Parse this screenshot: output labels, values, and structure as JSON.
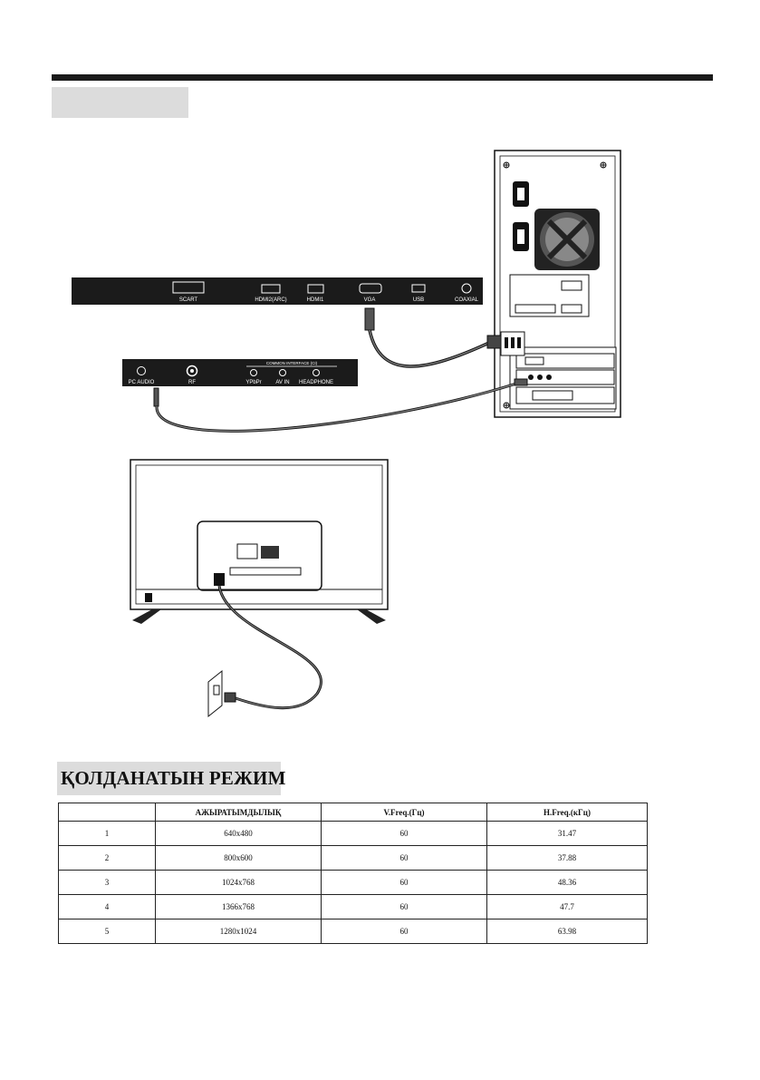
{
  "section": {
    "title": "ҚОЛДАНАТЫН РЕЖИМ"
  },
  "tv_panel": {
    "ports_top": [
      "SCART",
      "HDMI2(ARC)",
      "HDMI1",
      "VGA",
      "USB",
      "COAXIAL"
    ],
    "ports_side": [
      "PC AUDIO",
      "RF",
      "YPbPr",
      "AV IN",
      "HEADPHONE"
    ],
    "common_interface": "COMMON INTERFACE (CI)"
  },
  "table": {
    "headers": [
      "",
      "АЖЫРАТЫМДЫЛЫҚ",
      "V.Freq.(Гц)",
      "H.Freq.(кГц)"
    ],
    "rows": [
      [
        "1",
        "640x480",
        "60",
        "31.47"
      ],
      [
        "2",
        "800x600",
        "60",
        "37.88"
      ],
      [
        "3",
        "1024x768",
        "60",
        "48.36"
      ],
      [
        "4",
        "1366x768",
        "60",
        "47.7"
      ],
      [
        "5",
        "1280x1024",
        "60",
        "63.98"
      ]
    ]
  }
}
